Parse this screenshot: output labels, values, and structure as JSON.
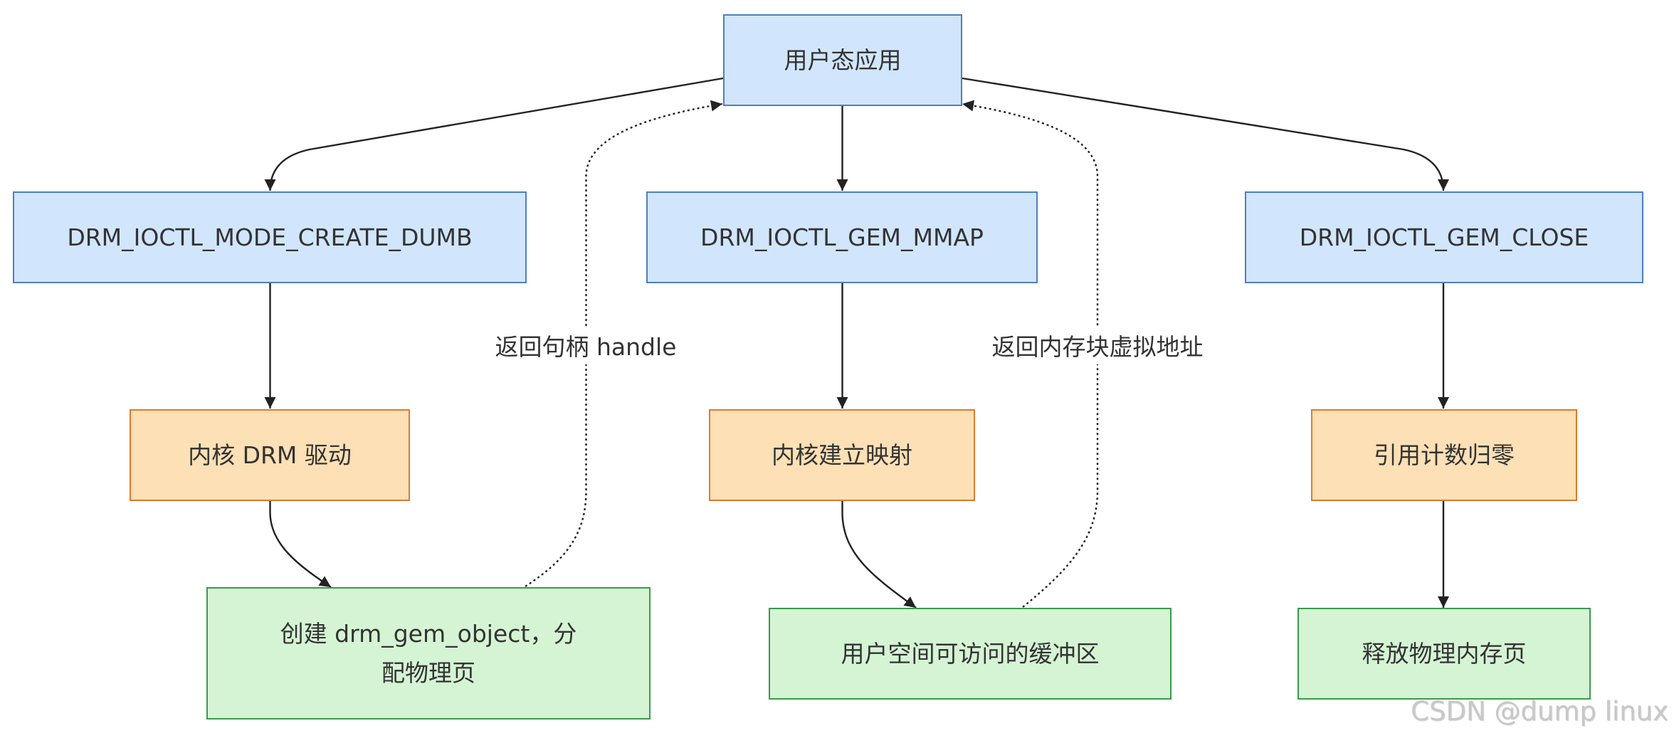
{
  "diagram": {
    "nodes": {
      "user_app": {
        "label": "用户态应用"
      },
      "create_dumb": {
        "label": "DRM_IOCTL_MODE_CREATE_DUMB"
      },
      "gem_mmap": {
        "label": "DRM_IOCTL_GEM_MMAP"
      },
      "gem_close": {
        "label": "DRM_IOCTL_GEM_CLOSE"
      },
      "kernel_drm_driver": {
        "label": "内核 DRM 驱动"
      },
      "kernel_mapping": {
        "label": "内核建立映射"
      },
      "refcount_zero": {
        "label": "引用计数归零"
      },
      "create_gem_object": {
        "label_lines": [
          "创建 drm_gem_object，分",
          "配物理页"
        ]
      },
      "user_buffer": {
        "label": "用户空间可访问的缓冲区"
      },
      "free_pages": {
        "label": "释放物理内存页"
      }
    },
    "edge_labels": {
      "return_handle": "返回句柄 handle",
      "return_vaddr": "返回内存块虚拟地址"
    }
  },
  "colors": {
    "request_fill": "#d1e6fd",
    "request_stroke": "#4d80bd",
    "kernel_fill": "#fde0b5",
    "kernel_stroke": "#dd7a2c",
    "result_fill": "#d5f4d4",
    "result_stroke": "#3b9a4b",
    "line": "#222222",
    "text": "#333333",
    "watermark": "#c8c8c8"
  },
  "watermark": "CSDN @dump linux"
}
